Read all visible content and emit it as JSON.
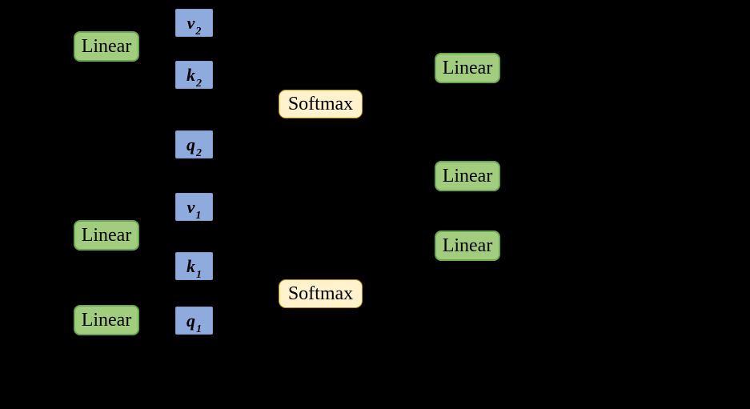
{
  "canvas": {
    "description": "attention-mechanism diagram on black background"
  },
  "colors": {
    "canvas_bg": "#000000",
    "linear_fill": "#A3CD7E",
    "linear_border": "#6AA84F",
    "qkv_fill": "#8FAADC",
    "qkv_border": "#7E9CD0",
    "softmax_fill": "#FFF2CC",
    "softmax_border": "#BF9000",
    "label_text": "#000000"
  },
  "boxes": {
    "linear": [
      {
        "label": "Linear"
      },
      {
        "label": "Linear"
      },
      {
        "label": "Linear"
      },
      {
        "label": "Linear"
      },
      {
        "label": "Linear"
      },
      {
        "label": "Linear"
      }
    ],
    "softmax": [
      {
        "label": "Softmax"
      },
      {
        "label": "Softmax"
      }
    ],
    "qkv": [
      {
        "base": "v",
        "sub": "2"
      },
      {
        "base": "k",
        "sub": "2"
      },
      {
        "base": "q",
        "sub": "2"
      },
      {
        "base": "v",
        "sub": "1"
      },
      {
        "base": "k",
        "sub": "1"
      },
      {
        "base": "q",
        "sub": "1"
      }
    ]
  }
}
